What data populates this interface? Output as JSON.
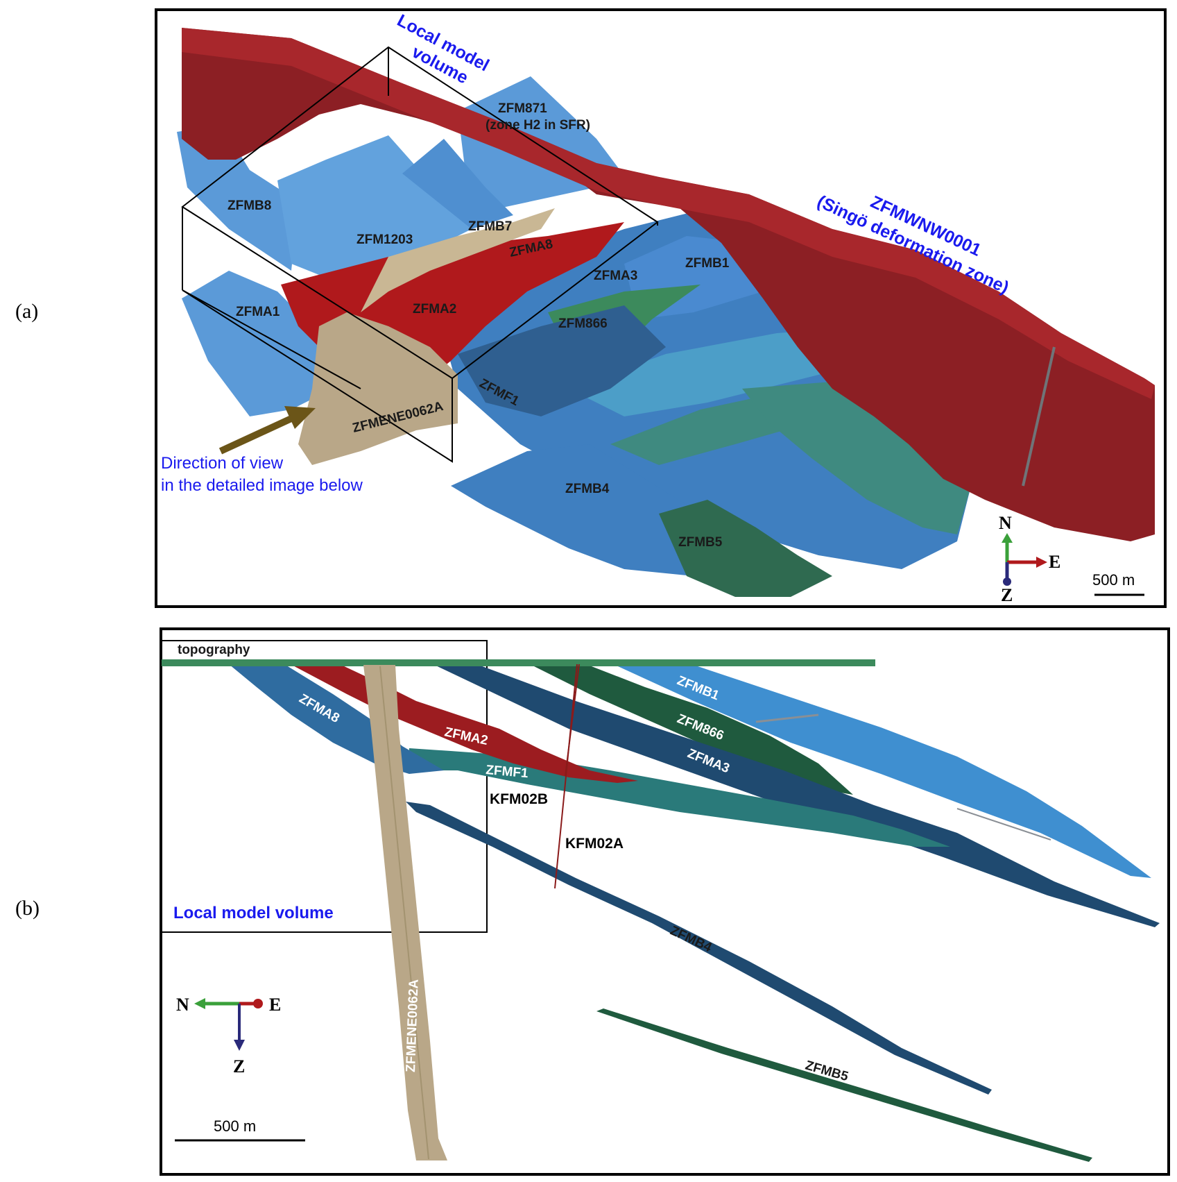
{
  "panels": {
    "a": {
      "label": "(a)",
      "zones": {
        "singo": "ZFMWNW0001",
        "singo_sub": "(Singö deformation zone)",
        "local_model_1": "Local model",
        "local_model_2": "volume",
        "zfm871": "ZFM871",
        "zfm871_sub": "(zone H2 in SFR)",
        "zfmb8": "ZFMB8",
        "zfm1203": "ZFM1203",
        "zfmb7": "ZFMB7",
        "zfma8": "ZFMA8",
        "zfma3": "ZFMA3",
        "zfmb1": "ZFMB1",
        "zfma1": "ZFMA1",
        "zfma2": "ZFMA2",
        "zfm866": "ZFM866",
        "zfmf1": "ZFMF1",
        "zfmene": "ZFMENE0062A",
        "zfmb4": "ZFMB4",
        "zfmb5": "ZFMB5"
      },
      "direction_note_1": "Direction of view",
      "direction_note_2": "in the detailed image below",
      "compass": {
        "n": "N",
        "e": "E",
        "z": "Z"
      },
      "scale": "500 m"
    },
    "b": {
      "label": "(b)",
      "topography": "topography",
      "local_model": "Local model volume",
      "zones": {
        "zfma8": "ZFMA8",
        "zfma2": "ZFMA2",
        "zfmf1": "ZFMF1",
        "zfmb1": "ZFMB1",
        "zfm866": "ZFM866",
        "zfma3": "ZFMA3",
        "zfmb4": "ZFMB4",
        "zfmb5": "ZFMB5",
        "zfmene": "ZFMENE0062A"
      },
      "boreholes": {
        "kfm02b": "KFM02B",
        "kfm02a": "KFM02A"
      },
      "compass": {
        "n": "N",
        "e": "E",
        "z": "Z"
      },
      "scale": "500 m"
    }
  },
  "colors": {
    "red_dark": "#8c1f24",
    "red_bright": "#b0191c",
    "blue_light": "#5b9ad8",
    "blue_mid": "#3f7fc0",
    "blue_dark": "#2f5f90",
    "teal": "#3f8a80",
    "green": "#3c8a5c",
    "tan": "#b9a788",
    "label_blue": "#1a1aee"
  }
}
